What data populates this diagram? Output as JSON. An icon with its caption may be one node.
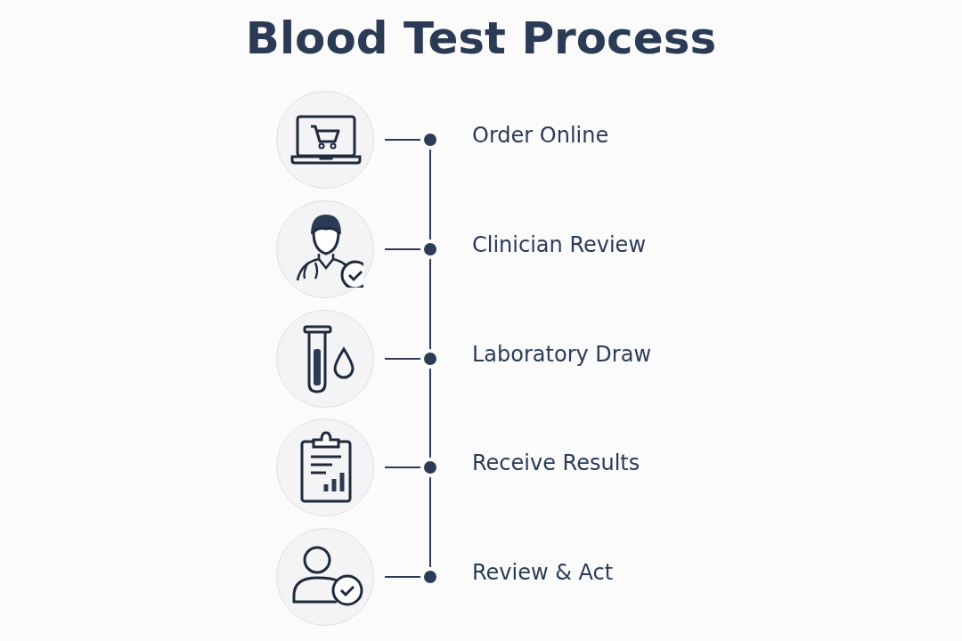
{
  "diagram": {
    "title": "Blood Test Process",
    "nodes": [
      {
        "text": [],
        "shape": "circle"
      },
      {
        "text": [],
        "shape": "circle",
        "beside": [
          "Order Online"
        ]
      },
      {
        "text": [],
        "shape": "circle"
      },
      {
        "text": [],
        "shape": "circle",
        "beside": [
          "Clinician Review"
        ]
      },
      {
        "text": [],
        "shape": "circle"
      },
      {
        "text": [],
        "shape": "circle",
        "beside": [
          "Laboratory Draw"
        ]
      },
      {
        "text": [],
        "shape": "circle"
      },
      {
        "text": [],
        "shape": "circle",
        "beside": [
          "Receive Results"
        ]
      },
      {
        "text": [],
        "shape": "circle"
      },
      {
        "text": [],
        "shape": "circle",
        "beside": [
          "Review & Act"
        ]
      }
    ],
    "edges": [
      {
        "from": 0,
        "to": 1,
        "arrow": "none"
      },
      {
        "from": 2,
        "to": 3,
        "arrow": "none"
      },
      {
        "from": 4,
        "to": 5,
        "arrow": "none"
      },
      {
        "from": 6,
        "to": 7,
        "arrow": "none"
      },
      {
        "from": 8,
        "to": 9,
        "arrow": "none"
      },
      {
        "from": 1,
        "to": 3,
        "arrow": "none"
      },
      {
        "from": 3,
        "to": 5,
        "arrow": "none"
      },
      {
        "from": 5,
        "to": 7,
        "arrow": "none"
      },
      {
        "from": 7,
        "to": 9,
        "arrow": "none"
      }
    ]
  }
}
